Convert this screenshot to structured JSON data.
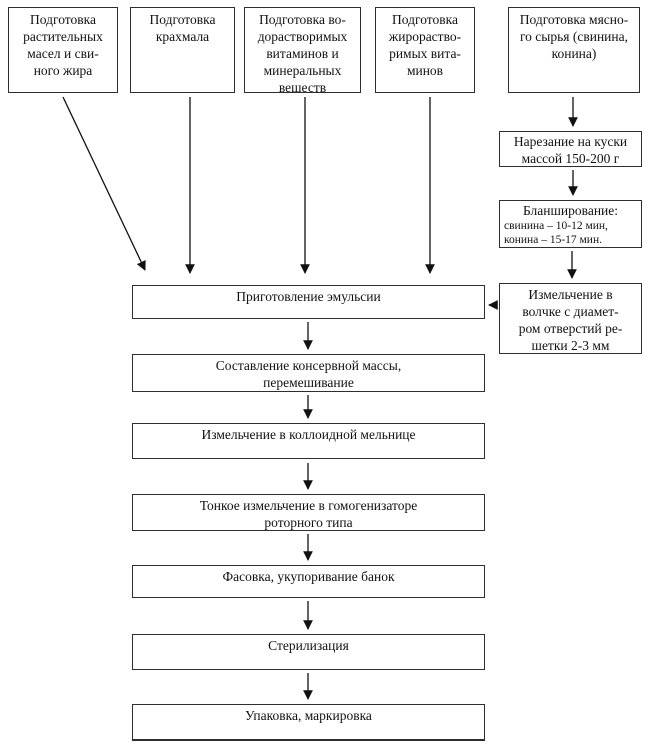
{
  "colors": {
    "background": "#ffffff",
    "box_border": "#2e2e2e",
    "arrow": "#111111",
    "text": "#111111"
  },
  "flow": {
    "sources": [
      {
        "label": "Подготовка\nрастительных\nмасел и сви-\nного жира"
      },
      {
        "label": "Подготовка\nкрахмала"
      },
      {
        "label": "Подготовка во-\nдорастворимых\nвитаминов и\nминеральных\nвеществ"
      },
      {
        "label": "Подготовка\nжирораство-\nримых вита-\nминов"
      },
      {
        "label": "Подготовка мясно-\nго сырья (свинина,\nконина)"
      }
    ],
    "meat_chain": {
      "cutting": {
        "label": "Нарезание на куски\nмассой 150-200 г"
      },
      "blanching": {
        "title": "Бланширование:",
        "lines": [
          "свинина – 10-12 мин,",
          "конина  – 15-17 мин."
        ]
      },
      "grinding": {
        "label": "Измельчение в\nволчке с диамет-\nром отверстий ре-\nшетки 2-3 мм"
      }
    },
    "main_chain": [
      {
        "label": "Приготовление эмульсии"
      },
      {
        "label": "Составление консервной массы,\nперемешивание"
      },
      {
        "label": "Измельчение в коллоидной мельнице"
      },
      {
        "label": "Тонкое измельчение в гомогенизаторе\nроторного типа"
      },
      {
        "label": "Фасовка, укупоривание банок"
      },
      {
        "label": "Стерилизация"
      },
      {
        "label": "Упаковка, маркировка"
      }
    ]
  }
}
